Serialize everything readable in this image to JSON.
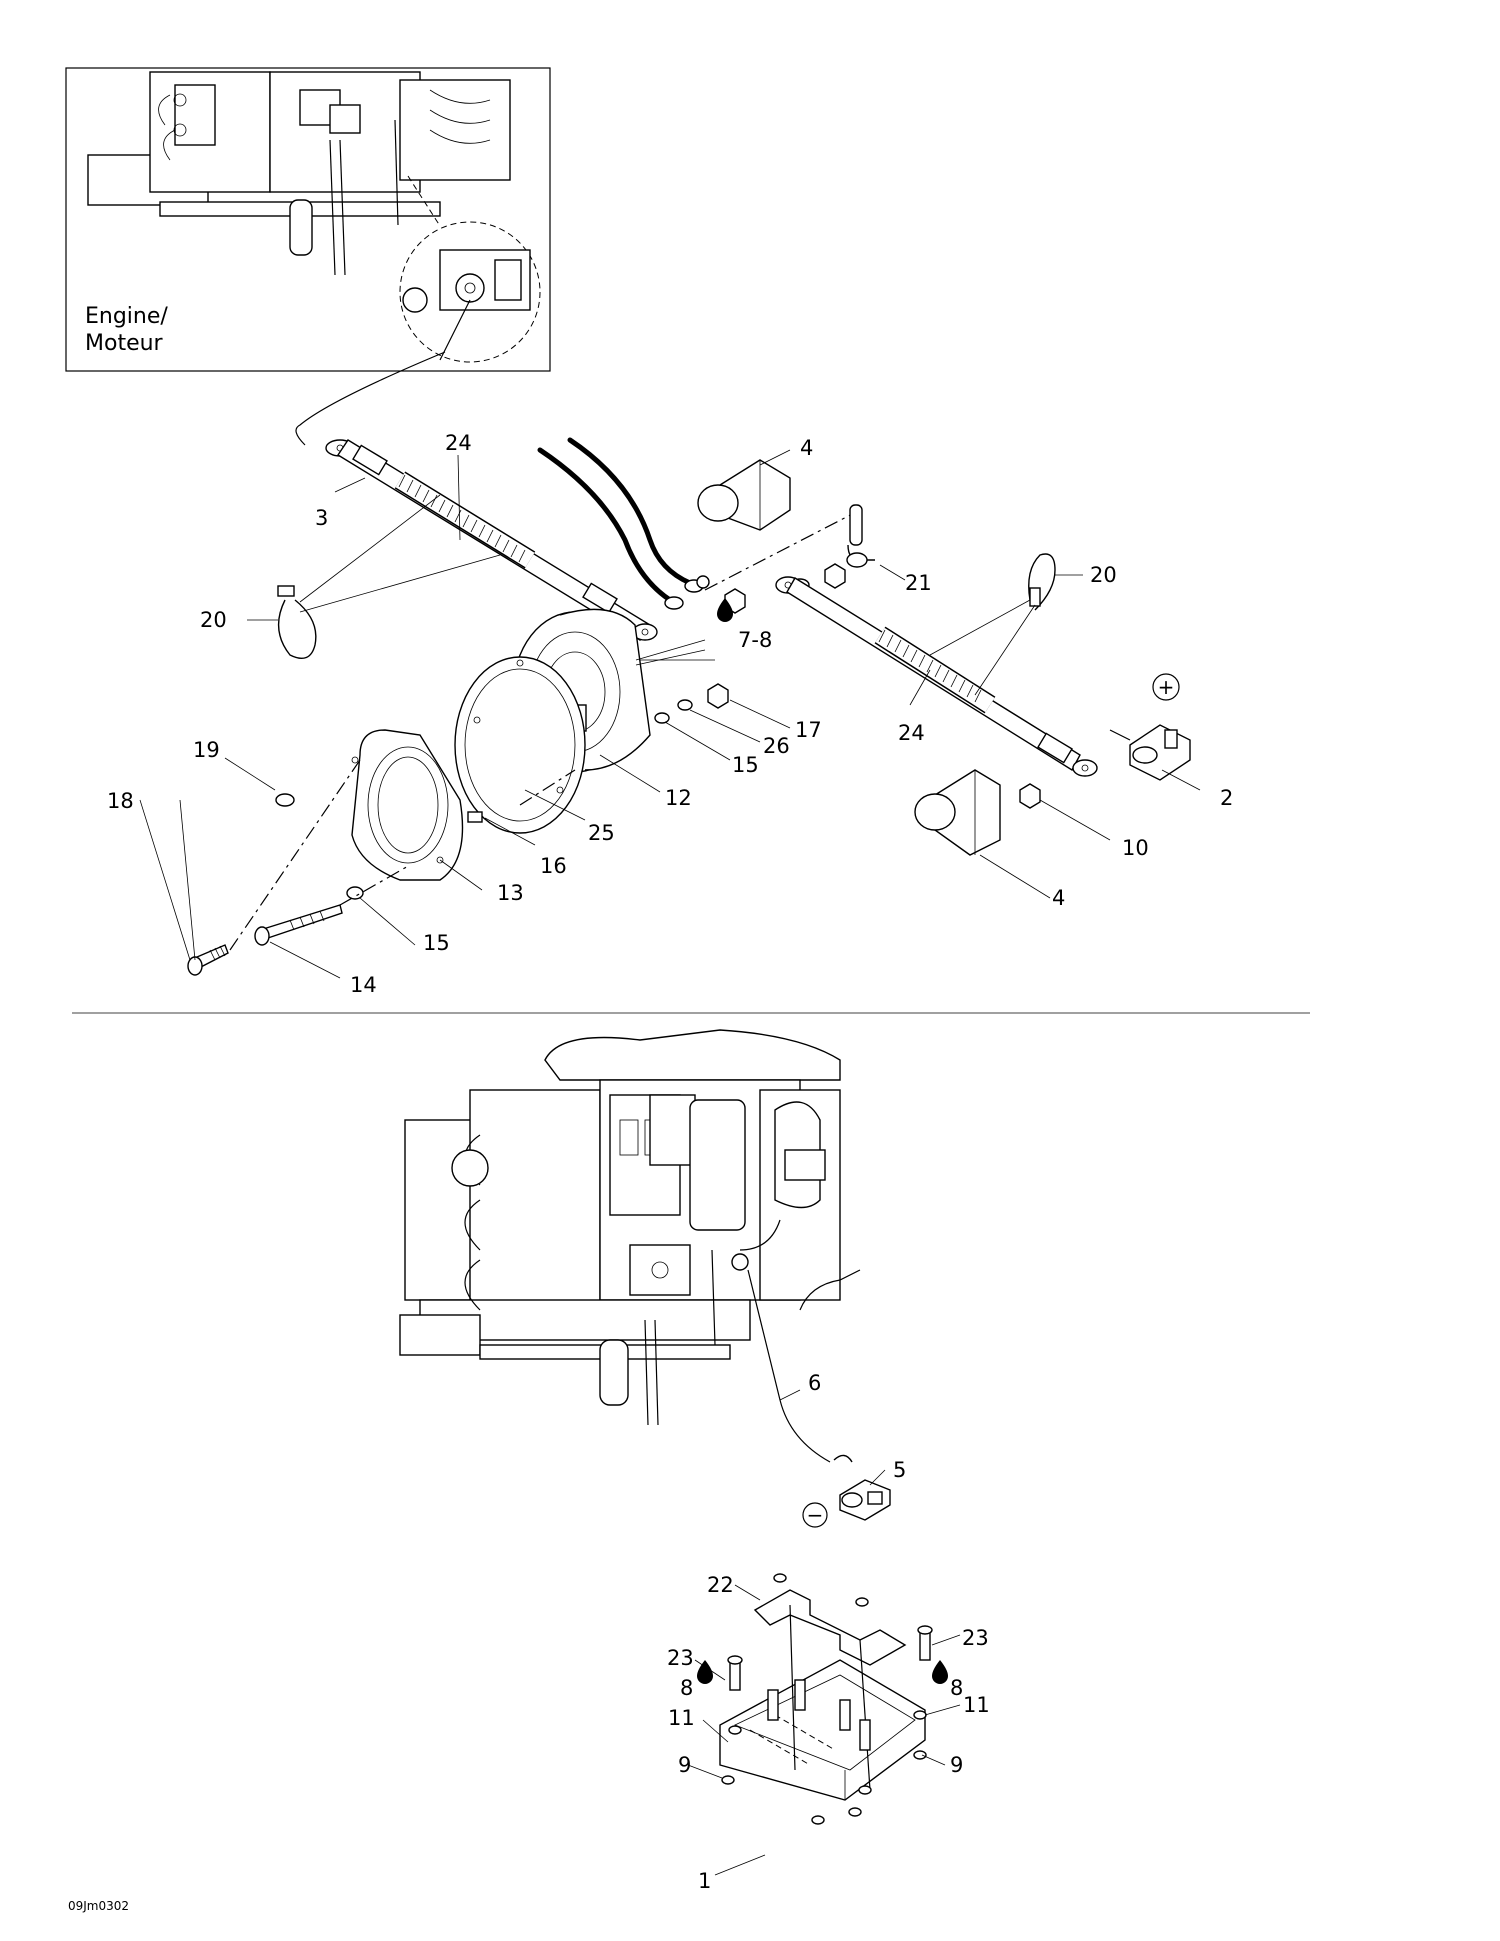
{
  "inset": {
    "label_line1": "Engine/",
    "label_line2": "Moteur"
  },
  "callouts": {
    "c1": "1",
    "c2": "2",
    "c3": "3",
    "c4a": "4",
    "c4b": "4",
    "c5": "5",
    "c6": "6",
    "c7_8": "7-8",
    "c8a": "8",
    "c8b": "8",
    "c9a": "9",
    "c9b": "9",
    "c10": "10",
    "c11a": "11",
    "c11b": "11",
    "c12": "12",
    "c13": "13",
    "c14": "14",
    "c15a": "15",
    "c15b": "15",
    "c16": "16",
    "c17": "17",
    "c18": "18",
    "c19": "19",
    "c20a": "20",
    "c20b": "20",
    "c21": "21",
    "c22": "22",
    "c23a": "23",
    "c23b": "23",
    "c24a": "24",
    "c24b": "24",
    "c25": "25",
    "c26": "26"
  },
  "symbols": {
    "positive": "+",
    "negative": "−"
  },
  "drawing_code": "09Jm0302"
}
